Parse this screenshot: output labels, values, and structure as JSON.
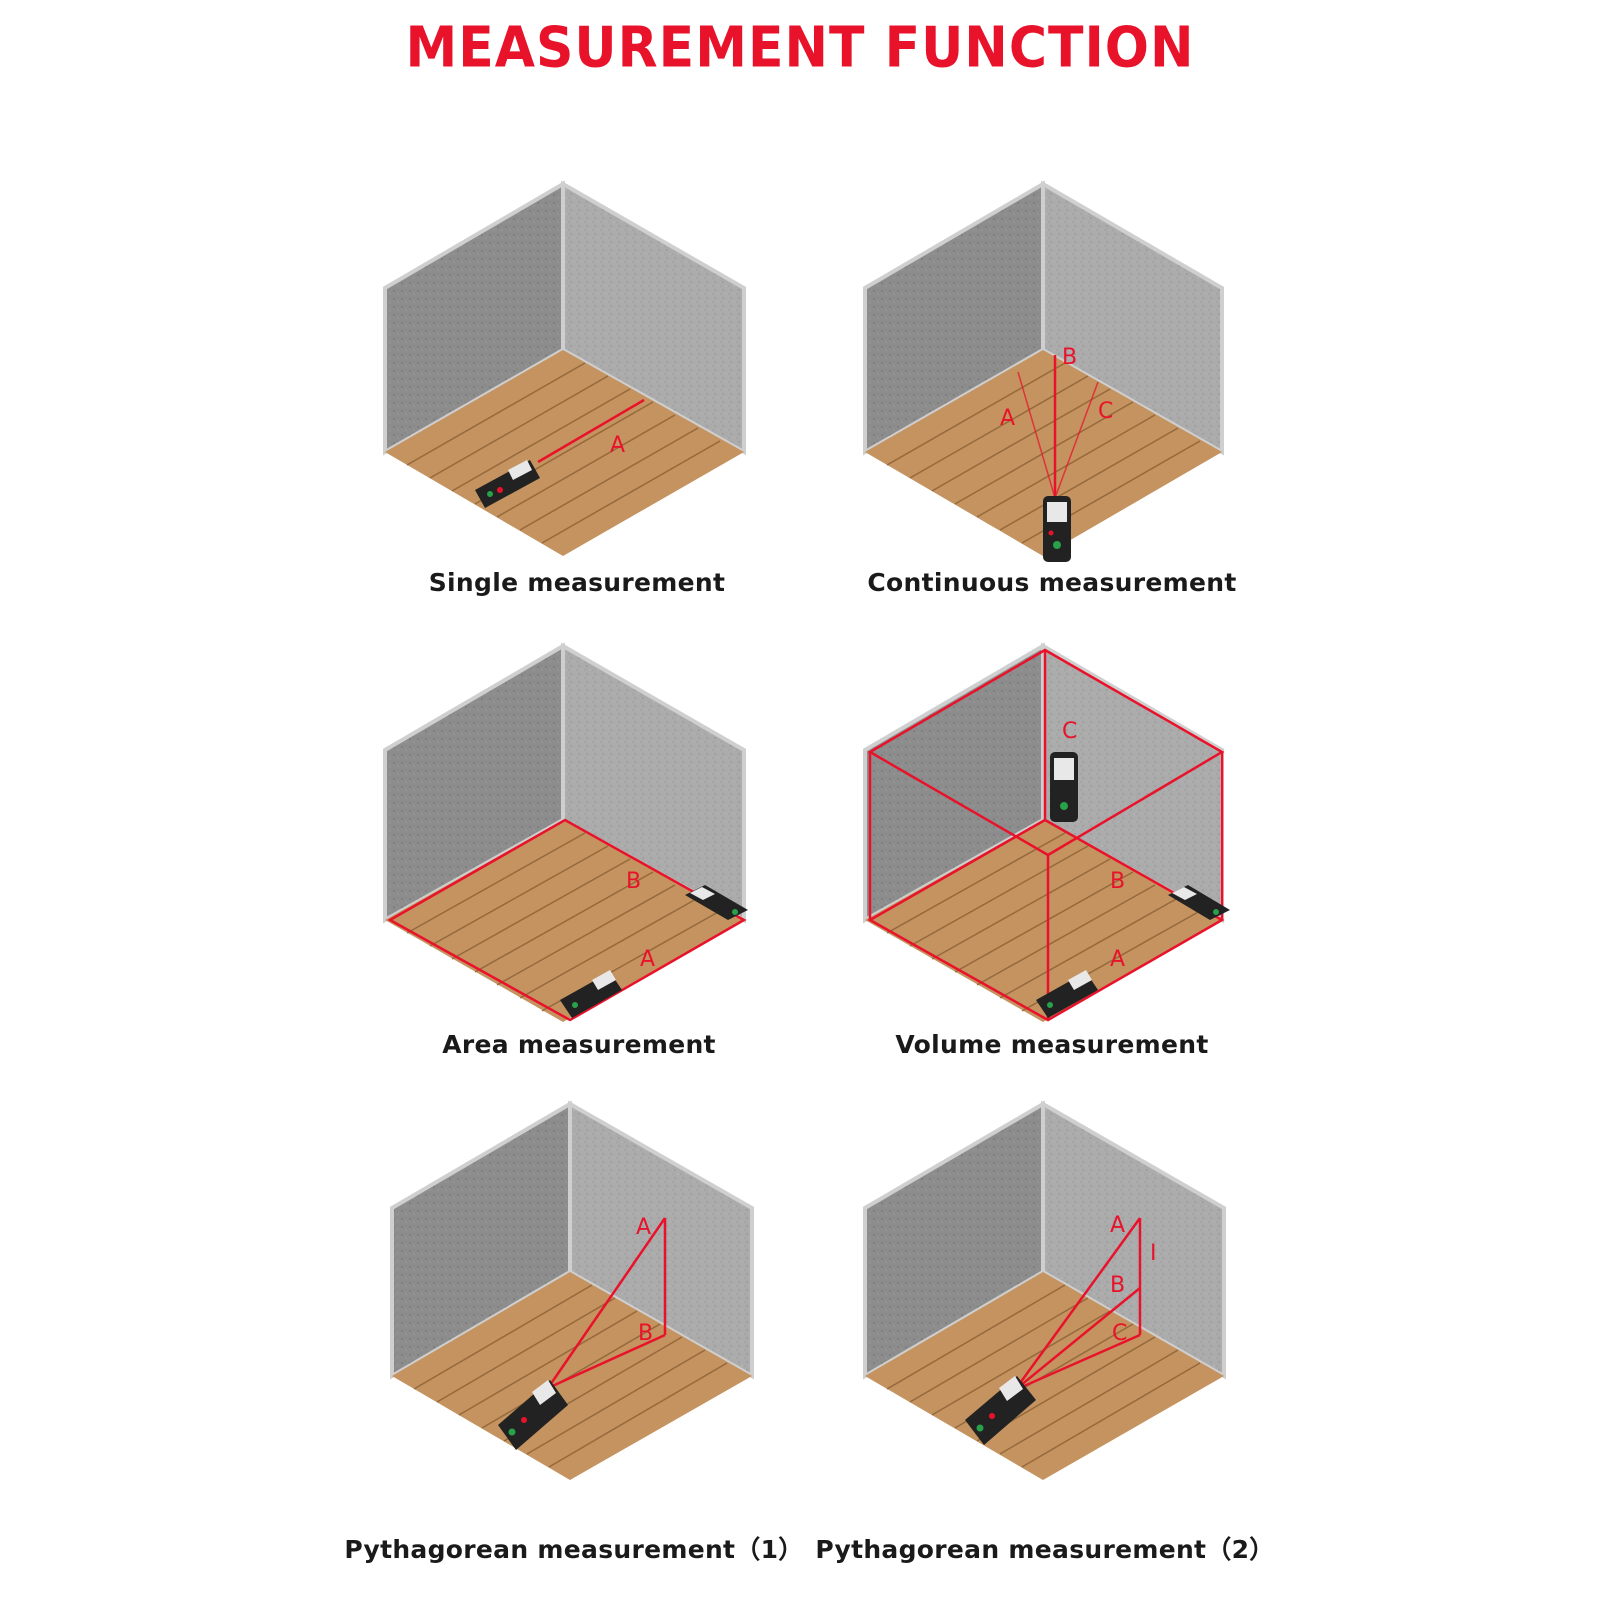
{
  "title": "MEASUREMENT FUNCTION",
  "colors": {
    "accent": "#e8132b",
    "wall_left": "#8a8a8a",
    "wall_right": "#a9a9a9",
    "floor": "#c4935f",
    "caption": "#1a1a1a"
  },
  "panels": [
    {
      "caption": "Single measurement",
      "labels": [
        "A"
      ]
    },
    {
      "caption": "Continuous measurement",
      "labels": [
        "A",
        "B",
        "C"
      ]
    },
    {
      "caption": "Area measurement",
      "labels": [
        "A",
        "B"
      ]
    },
    {
      "caption": "Volume measurement",
      "labels": [
        "A",
        "B",
        "C"
      ]
    },
    {
      "caption": "Pythagorean measurement（1）",
      "labels": [
        "A",
        "B"
      ]
    },
    {
      "caption": "Pythagorean measurement（2）",
      "labels": [
        "A",
        "B",
        "C",
        "I"
      ]
    }
  ]
}
